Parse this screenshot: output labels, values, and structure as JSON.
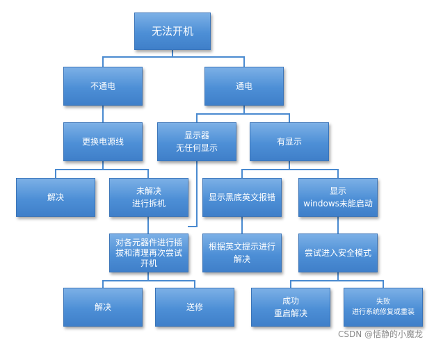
{
  "nodes": {
    "root": [
      "无法开机"
    ],
    "no_power": [
      "不通电"
    ],
    "power_on": [
      "通电"
    ],
    "replace_psu": [
      "更换电源线"
    ],
    "display_none": [
      "显示器",
      "无任何显示"
    ],
    "has_display": [
      "有显示"
    ],
    "solved_1": [
      "解决"
    ],
    "unsolved_disassemble": [
      "未解决",
      "进行拆机"
    ],
    "black_screen_error": [
      "显示黑底英文报错"
    ],
    "windows_fail": [
      "显示",
      "windows未能启动"
    ],
    "reseat_clean": [
      "对各元器件进行插",
      "拔和清理再次尝试",
      "开机"
    ],
    "follow_prompt": [
      "根据英文提示进行",
      "解决"
    ],
    "safe_mode": [
      "尝试进入安全模式"
    ],
    "solved_2": [
      "解决"
    ],
    "send_repair": [
      "送修"
    ],
    "success_restart": [
      "成功",
      "重启解决"
    ],
    "fail_repair": [
      "失败",
      "进行系统修复或重装"
    ]
  },
  "watermark": "CSDN @恬静的小魔龙"
}
